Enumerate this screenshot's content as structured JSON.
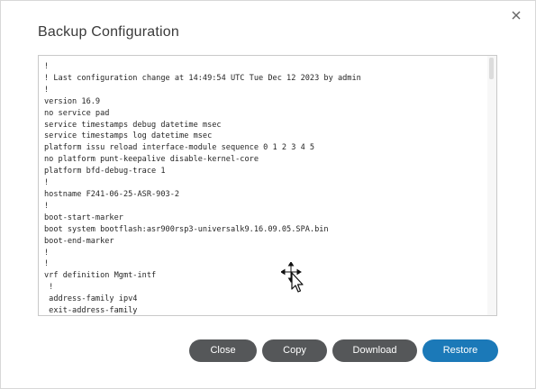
{
  "dialog": {
    "title": "Backup Configuration",
    "close_icon": "close-icon"
  },
  "config": {
    "lines": [
      "!",
      "! Last configuration change at 14:49:54 UTC Tue Dec 12 2023 by admin",
      "!",
      "version 16.9",
      "no service pad",
      "service timestamps debug datetime msec",
      "service timestamps log datetime msec",
      "platform issu reload interface-module sequence 0 1 2 3 4 5",
      "no platform punt-keepalive disable-kernel-core",
      "platform bfd-debug-trace 1",
      "!",
      "hostname F241-06-25-ASR-903-2",
      "!",
      "boot-start-marker",
      "boot system bootflash:asr900rsp3-universalk9.16.09.05.SPA.bin",
      "boot-end-marker",
      "!",
      "!",
      "vrf definition Mgmt-intf",
      " !",
      " address-family ipv4",
      " exit-address-family"
    ]
  },
  "buttons": {
    "close": "Close",
    "copy": "Copy",
    "download": "Download",
    "restore": "Restore"
  },
  "colors": {
    "primary_button": "#1b79b8",
    "secondary_button": "#555759"
  }
}
